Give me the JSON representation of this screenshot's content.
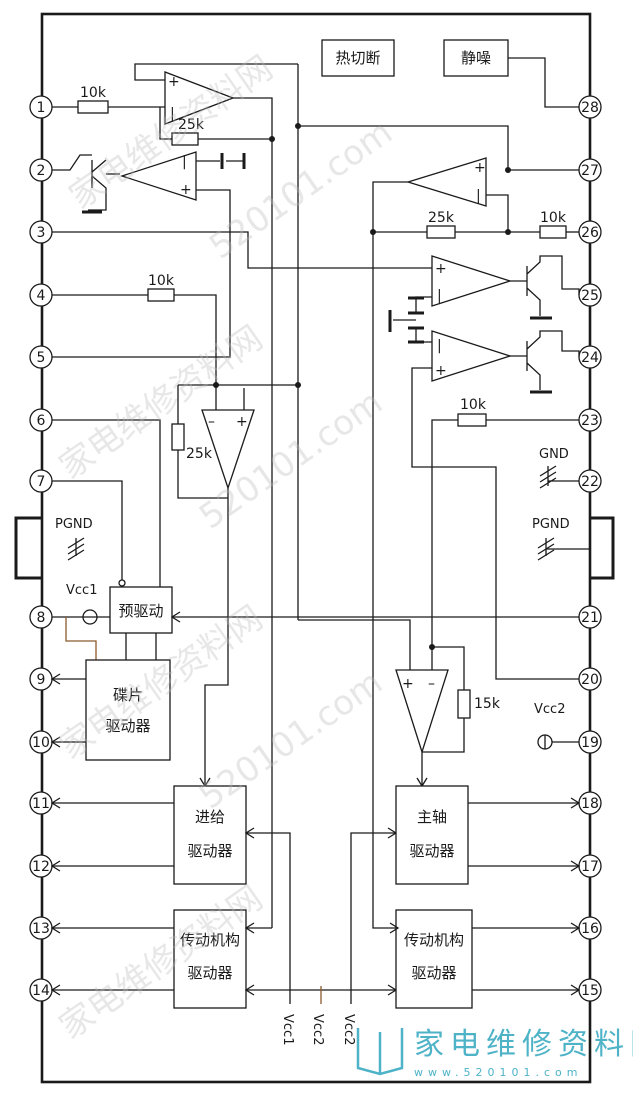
{
  "pins": [
    {
      "num": "1"
    },
    {
      "num": "2"
    },
    {
      "num": "3"
    },
    {
      "num": "4"
    },
    {
      "num": "5"
    },
    {
      "num": "6"
    },
    {
      "num": "7"
    },
    {
      "num": "8"
    },
    {
      "num": "9"
    },
    {
      "num": "10"
    },
    {
      "num": "11"
    },
    {
      "num": "12"
    },
    {
      "num": "13"
    },
    {
      "num": "14"
    },
    {
      "num": "15"
    },
    {
      "num": "16"
    },
    {
      "num": "17"
    },
    {
      "num": "18"
    },
    {
      "num": "19"
    },
    {
      "num": "20"
    },
    {
      "num": "21"
    },
    {
      "num": "22"
    },
    {
      "num": "23"
    },
    {
      "num": "24"
    },
    {
      "num": "25"
    },
    {
      "num": "26"
    },
    {
      "num": "27"
    },
    {
      "num": "28"
    }
  ],
  "blocks": {
    "thermal_shutdown": "热切断",
    "mute": "静噪",
    "pre_driver": "预驱动",
    "disc_driver_line1": "碟片",
    "disc_driver_line2": "驱动器",
    "feed_driver_line1": "进给",
    "feed_driver_line2": "驱动器",
    "spindle_driver_line1": "主轴",
    "spindle_driver_line2": "驱动器",
    "mech_driver_left_line1": "传动机构",
    "mech_driver_left_line2": "驱动器",
    "mech_driver_right_line1": "传动机构",
    "mech_driver_right_line2": "驱动器"
  },
  "resistors": {
    "r_pin1": "10k",
    "r_top_feedback": "25k",
    "r_pin4": "10k",
    "r_mid_feedback": "25k",
    "r_right_25k": "25k",
    "r_pin26": "10k",
    "r_pin23": "10k",
    "r_spindle_15k": "15k"
  },
  "labels": {
    "pgnd_left": "PGND",
    "pgnd_right": "PGND",
    "gnd": "GND",
    "vcc1_pin8": "Vcc1",
    "vcc2_pin19": "Vcc2",
    "vcc1_bottom": "Vcc1",
    "vcc2_bottom": "Vcc2",
    "vcc2_bottom_b": "Vcc2"
  },
  "watermark": {
    "site_text": "家电维修资料网",
    "url_text": "520101.com",
    "logo_text": "家电维修资料网",
    "logo_url": "www.520101.com"
  },
  "colors": {
    "line": "#1a1a1a",
    "wire_brown": "#8b5a2b",
    "watermark": "#bdbdbd"
  }
}
